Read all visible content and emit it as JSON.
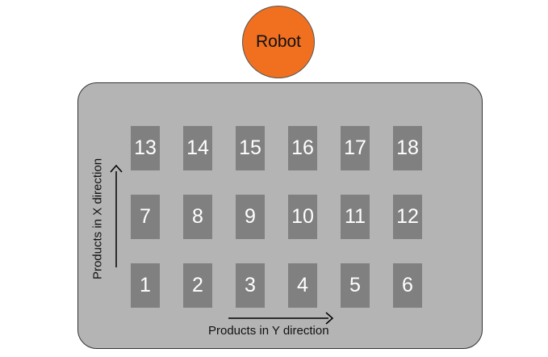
{
  "colors": {
    "robot": "#f07020",
    "tray": "#b4b4b4",
    "product": "#808080",
    "product_text": "#ffffff",
    "arrow": "#000000"
  },
  "robot": {
    "label": "Robot"
  },
  "products": [
    {
      "label": "1",
      "row": 0,
      "col": 0
    },
    {
      "label": "2",
      "row": 0,
      "col": 1
    },
    {
      "label": "3",
      "row": 0,
      "col": 2
    },
    {
      "label": "4",
      "row": 0,
      "col": 3
    },
    {
      "label": "5",
      "row": 0,
      "col": 4
    },
    {
      "label": "6",
      "row": 0,
      "col": 5
    },
    {
      "label": "7",
      "row": 1,
      "col": 0
    },
    {
      "label": "8",
      "row": 1,
      "col": 1
    },
    {
      "label": "9",
      "row": 1,
      "col": 2
    },
    {
      "label": "10",
      "row": 1,
      "col": 3
    },
    {
      "label": "11",
      "row": 1,
      "col": 4
    },
    {
      "label": "12",
      "row": 1,
      "col": 5
    },
    {
      "label": "13",
      "row": 2,
      "col": 0
    },
    {
      "label": "14",
      "row": 2,
      "col": 1
    },
    {
      "label": "15",
      "row": 2,
      "col": 2
    },
    {
      "label": "16",
      "row": 2,
      "col": 3
    },
    {
      "label": "17",
      "row": 2,
      "col": 4
    },
    {
      "label": "18",
      "row": 2,
      "col": 5
    }
  ],
  "axes": {
    "x_label": "Products in X direction",
    "y_label": "Products in Y direction"
  }
}
